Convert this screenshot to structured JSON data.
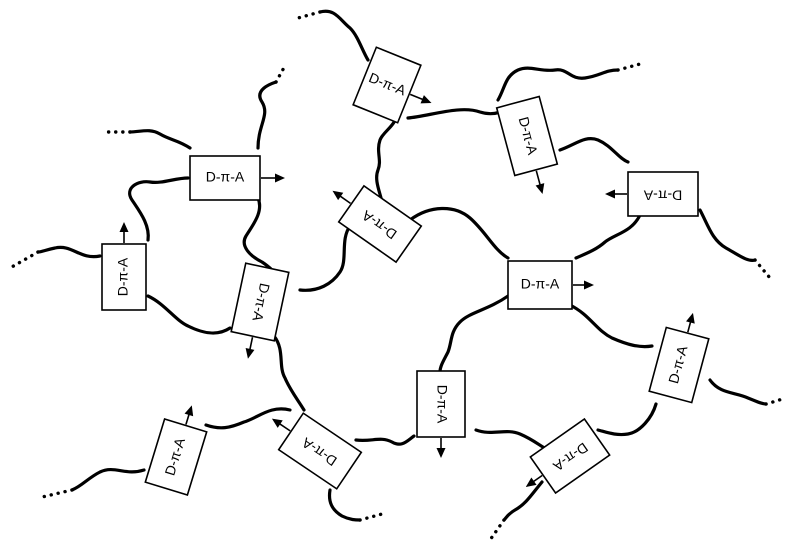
{
  "chromophore_label": "D-π-A",
  "units": [
    {
      "id": "u1",
      "label": "D-π-A"
    },
    {
      "id": "u2",
      "label": "D-π-A"
    },
    {
      "id": "u3",
      "label": "D-π-A"
    },
    {
      "id": "u4",
      "label": "D-π-A"
    },
    {
      "id": "u5",
      "label": "D-π-A"
    },
    {
      "id": "u6",
      "label": "D-π-A"
    },
    {
      "id": "u7",
      "label": "D-π-A"
    },
    {
      "id": "u8",
      "label": "D-π-A"
    },
    {
      "id": "u9",
      "label": "D-π-A"
    },
    {
      "id": "u10",
      "label": "D-π-A"
    },
    {
      "id": "u11",
      "label": "D-π-A"
    },
    {
      "id": "u12",
      "label": "D-π-A"
    },
    {
      "id": "u13",
      "label": "D-π-A"
    }
  ]
}
